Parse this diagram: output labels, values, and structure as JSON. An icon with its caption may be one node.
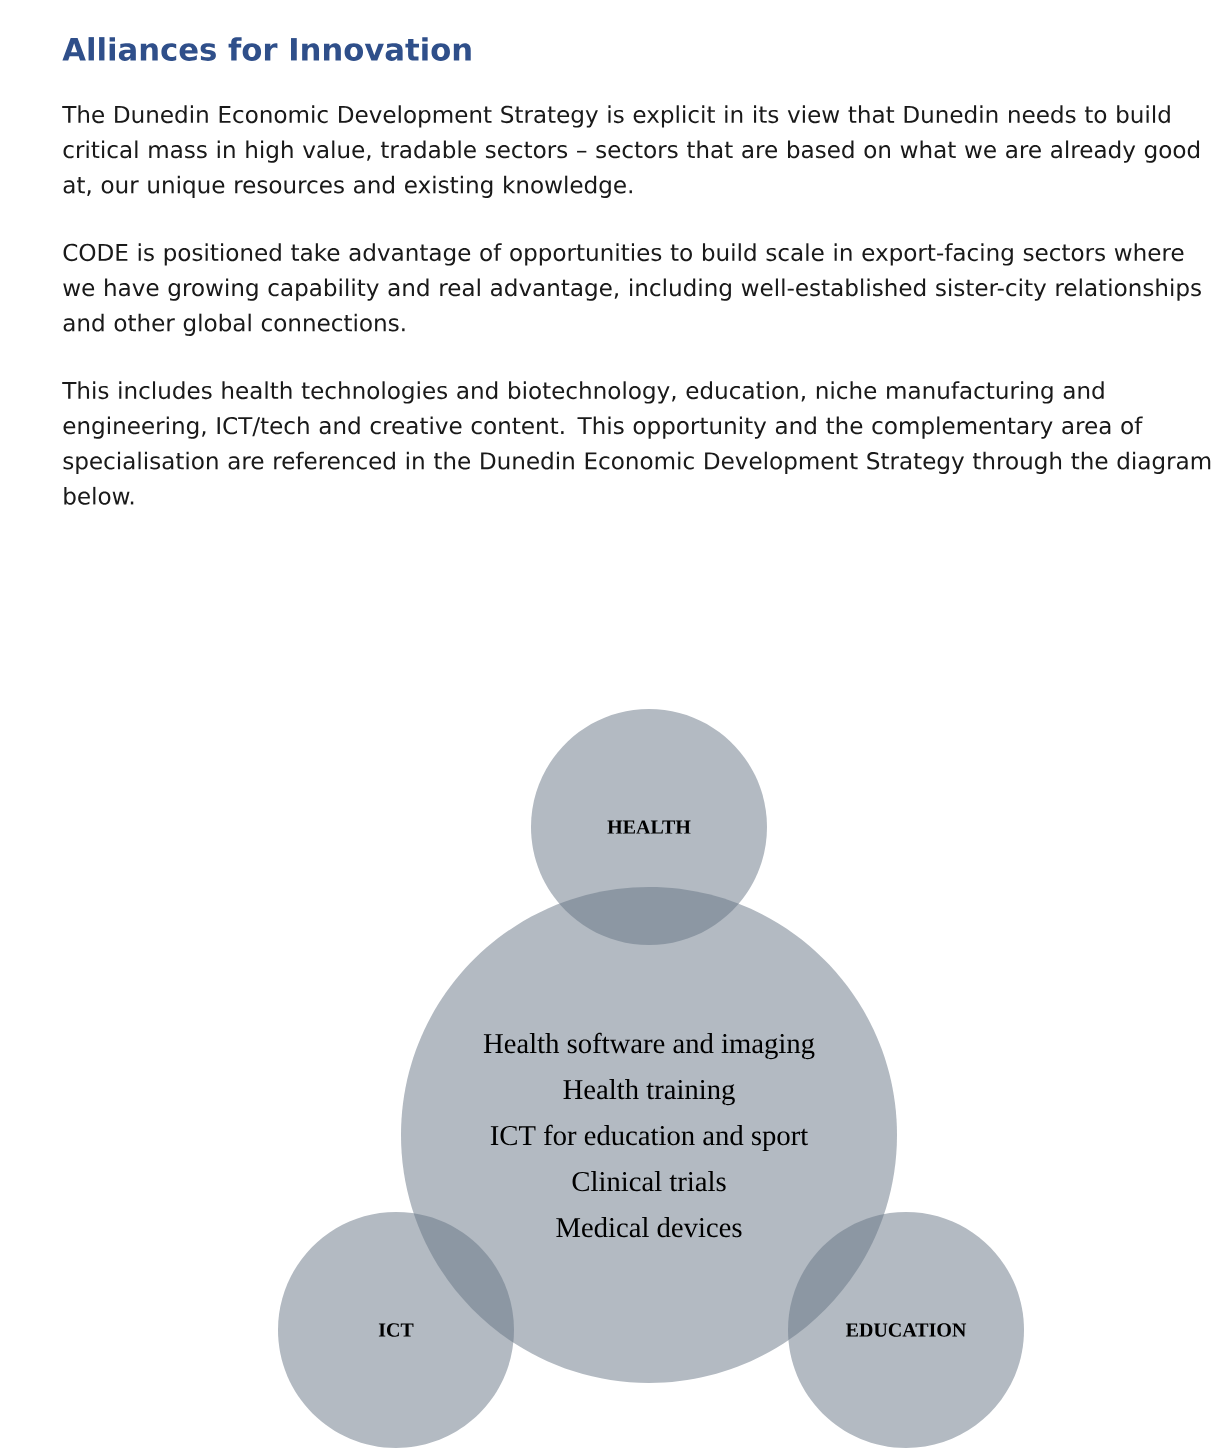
{
  "diagram": {
    "title": "Alliances for Innovation",
    "nodes": [
      {
        "text": [
          "HEALTH"
        ]
      },
      {
        "text": [
          "Health software and imaging",
          "Health training",
          "ICT for education and sport",
          "Clinical trials",
          "Medical devices"
        ]
      },
      {
        "text": [
          "ICT"
        ]
      },
      {
        "text": [
          "EDUCATION"
        ]
      }
    ],
    "labels": [
      "The Dunedin Economic Development Strategy is explicit in its view that Dunedin needs to build critical mass in high value, tradable sectors – sectors that are based on what we are already good at, our unique resources and existing knowledge.",
      "CODE is positioned take advantage of opportunities to build scale in export-facing sectors where we have growing capability and real advantage, including well-established sister-city relationships and other global connections.",
      "This includes health technologies and biotechnology, education, niche manufacturing and engineering, ICT/tech and creative content. This opportunity and the complementary area of specialisation are referenced in the Dunedin Economic Development Strategy through the diagram below."
    ]
  }
}
